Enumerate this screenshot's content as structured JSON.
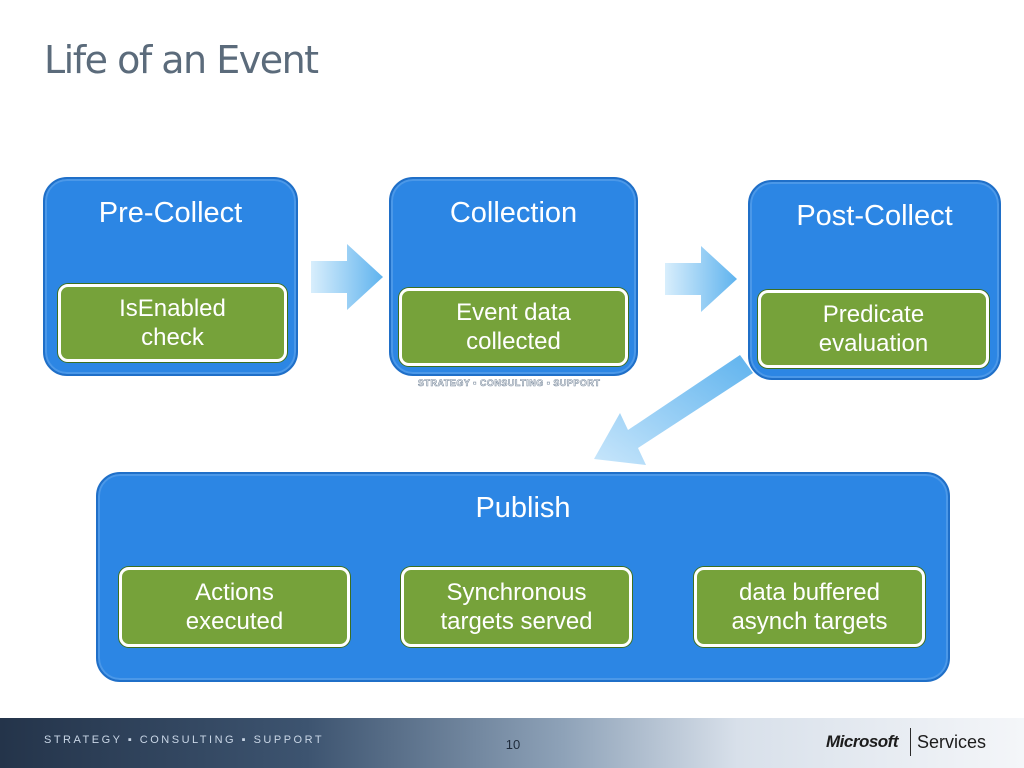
{
  "slide": {
    "title": "Life of an Event",
    "page_number": "10",
    "footer_tagline": "STRATEGY ▪ CONSULTING ▪ SUPPORT",
    "watermark": "STRATEGY ▪ CONSULTING ▪ SUPPORT",
    "brand": "Microsoft",
    "brand_suffix": "Services"
  },
  "stages": {
    "pre_collect": {
      "title": "Pre-Collect",
      "task_line1": "IsEnabled",
      "task_line2": "check"
    },
    "collection": {
      "title": "Collection",
      "task_line1": "Event data",
      "task_line2": "collected"
    },
    "post_collect": {
      "title": "Post-Collect",
      "task_line1": "Predicate",
      "task_line2": "evaluation"
    },
    "publish": {
      "title": "Publish",
      "tasks": [
        {
          "line1": "Actions",
          "line2": "executed"
        },
        {
          "line1": "Synchronous",
          "line2": "targets served"
        },
        {
          "line1": "data buffered",
          "line2": "asynch targets"
        }
      ]
    }
  },
  "colors": {
    "stage_fill": "#2c86e4",
    "task_fill": "#76a23a",
    "arrow_light": "#d6ecfb",
    "arrow_dark": "#63b6ee",
    "title_text": "#5b6b7b"
  }
}
